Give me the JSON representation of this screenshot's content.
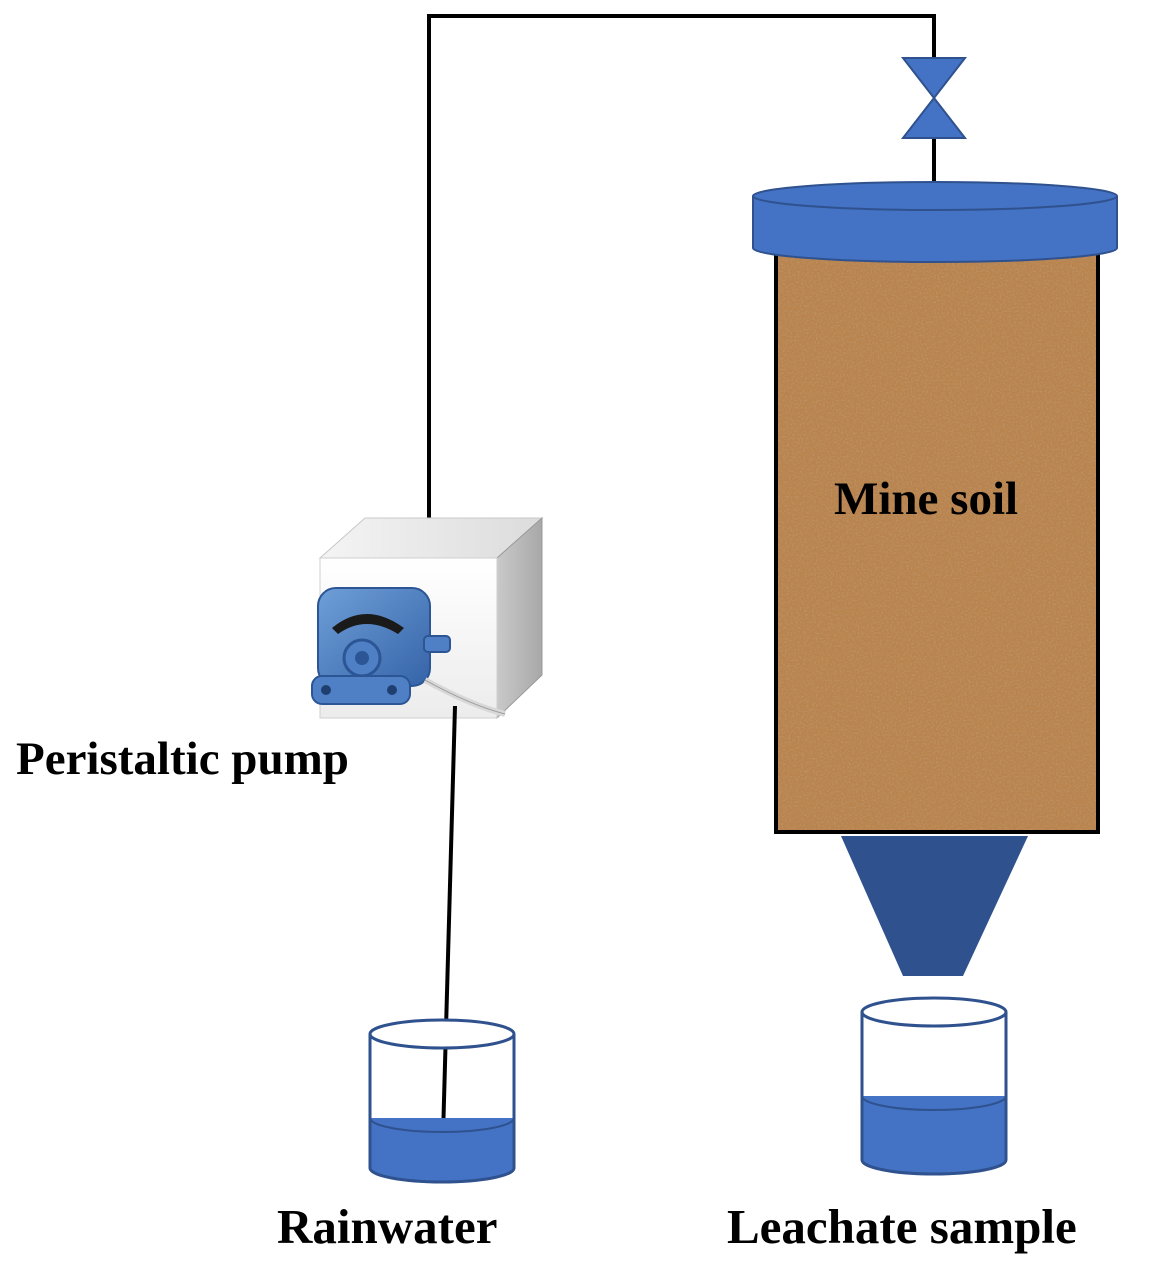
{
  "labels": {
    "pump": "Peristaltic pump",
    "soil": "Mine soil",
    "rainwater": "Rainwater",
    "leachate": "Leachate sample"
  },
  "colors": {
    "blue": "#4472C4",
    "blue_dark": "#2F528F",
    "soil": "#B9834E",
    "line": "#000000"
  },
  "icons": {
    "valve": "valve-icon",
    "pump": "peristaltic-pump-icon",
    "column": "soil-column-icon",
    "rain_beaker": "beaker-icon",
    "leach_beaker": "beaker-icon"
  }
}
